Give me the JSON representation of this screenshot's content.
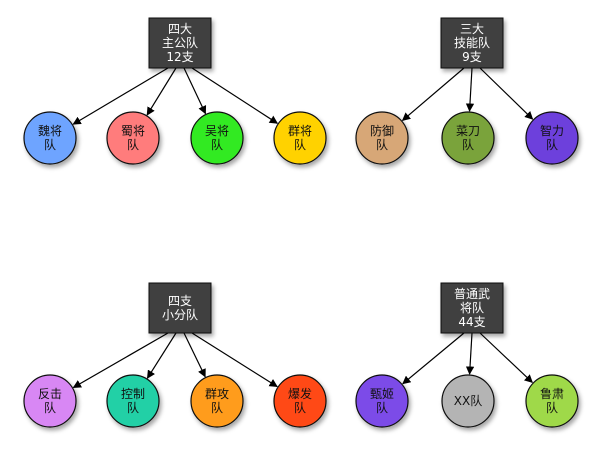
{
  "groups": [
    {
      "header": {
        "lines": [
          "四大",
          "主公队",
          "12支"
        ]
      },
      "nodes": [
        {
          "lines": [
            "魏将",
            "队"
          ],
          "color": "#6ea4ff"
        },
        {
          "lines": [
            "蜀将",
            "队"
          ],
          "color": "#ff7b7b"
        },
        {
          "lines": [
            "吴将",
            "队"
          ],
          "color": "#33ea24"
        },
        {
          "lines": [
            "群将",
            "队"
          ],
          "color": "#ffd200"
        }
      ]
    },
    {
      "header": {
        "lines": [
          "三大",
          "技能队",
          "9支"
        ]
      },
      "nodes": [
        {
          "lines": [
            "防御",
            "队"
          ],
          "color": "#d7a777"
        },
        {
          "lines": [
            "菜刀",
            "队"
          ],
          "color": "#7aa33a"
        },
        {
          "lines": [
            "智力",
            "队"
          ],
          "color": "#6d3fdc"
        }
      ]
    },
    {
      "header": {
        "lines": [
          "四支",
          "小分队"
        ]
      },
      "nodes": [
        {
          "lines": [
            "反击",
            "队"
          ],
          "color": "#d887f4"
        },
        {
          "lines": [
            "控制",
            "队"
          ],
          "color": "#22d0a6"
        },
        {
          "lines": [
            "群攻",
            "队"
          ],
          "color": "#ff9c1a"
        },
        {
          "lines": [
            "爆发",
            "队"
          ],
          "color": "#ff4a12"
        }
      ]
    },
    {
      "header": {
        "lines": [
          "普通武",
          "将队",
          "44支"
        ]
      },
      "nodes": [
        {
          "lines": [
            "甄姬",
            "队"
          ],
          "color": "#7c4ce8"
        },
        {
          "lines": [
            "XX队"
          ],
          "color": "#b4b4b4"
        },
        {
          "lines": [
            "鲁肃",
            "队"
          ],
          "color": "#9fd94a"
        }
      ]
    }
  ],
  "colors": {
    "box_fill": "#3f3f3f",
    "box_stroke": "#111111",
    "edge": "#000000",
    "node_stroke": "#111111"
  }
}
